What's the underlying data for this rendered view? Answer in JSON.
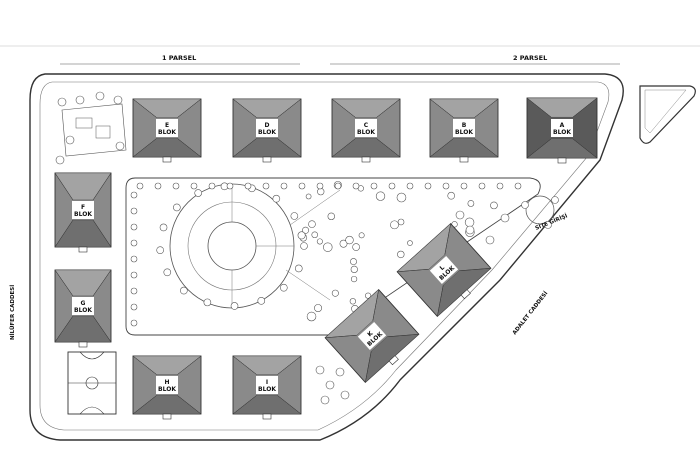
{
  "parcels": {
    "p1": "1 PARSEL",
    "p2": "2 PARSEL"
  },
  "streets": {
    "left": "NİLÜFER CADDESİ",
    "right": "ADALET CADDESİ"
  },
  "entrance": "SİTE GİRİŞİ",
  "blocks": [
    {
      "letter": "E",
      "suffix": "BLOK"
    },
    {
      "letter": "D",
      "suffix": "BLOK"
    },
    {
      "letter": "C",
      "suffix": "BLOK"
    },
    {
      "letter": "B",
      "suffix": "BLOK"
    },
    {
      "letter": "A",
      "suffix": "BLOK"
    },
    {
      "letter": "F",
      "suffix": "BLOK"
    },
    {
      "letter": "G",
      "suffix": "BLOK"
    },
    {
      "letter": "H",
      "suffix": "BLOK"
    },
    {
      "letter": "I",
      "suffix": "BLOK"
    },
    {
      "letter": "L",
      "suffix": "BLOK"
    },
    {
      "letter": "K",
      "suffix": "BLOK"
    }
  ],
  "colors": {
    "line": "#333333",
    "roof": "#8a8a8a",
    "roofDark": "#5a5a5a",
    "bg": "#ffffff"
  }
}
